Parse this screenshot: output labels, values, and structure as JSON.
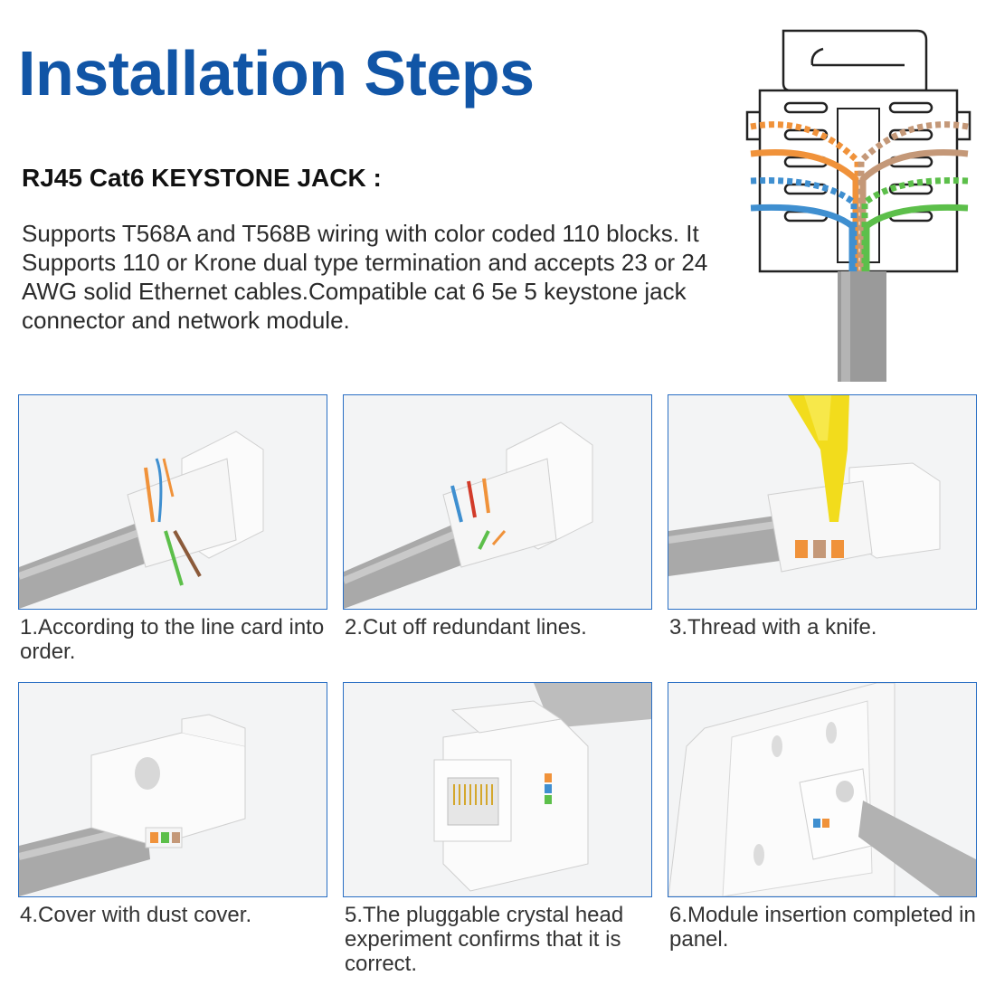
{
  "title": "Installation Steps",
  "subtitle": "RJ45 Cat6 KEYSTONE JACK :",
  "description": "Supports T568A and T568B wiring with color coded 110 blocks. It Supports 110 or Krone dual type termination and accepts 23 or 24 AWG solid Ethernet cables.Compatible cat 6 5e 5 keystone jack connector and network module.",
  "colors": {
    "title": "#1155a6",
    "photo_border": "#2a6fc4",
    "wire_orange": "#f0923a",
    "wire_green": "#5cbf4a",
    "wire_blue": "#3f8fd0",
    "wire_brown": "#c49878",
    "cable_gray": "#9a9a9a",
    "tool_yellow": "#f2dc1c"
  },
  "steps": [
    {
      "caption": "1.According to the line card into order."
    },
    {
      "caption": "2.Cut off redundant lines."
    },
    {
      "caption": "3.Thread with a knife."
    },
    {
      "caption": "4.Cover with dust cover."
    },
    {
      "caption": "5.The pluggable crystal head experiment confirms that it is correct."
    },
    {
      "caption": "6.Module insertion completed in panel."
    }
  ]
}
